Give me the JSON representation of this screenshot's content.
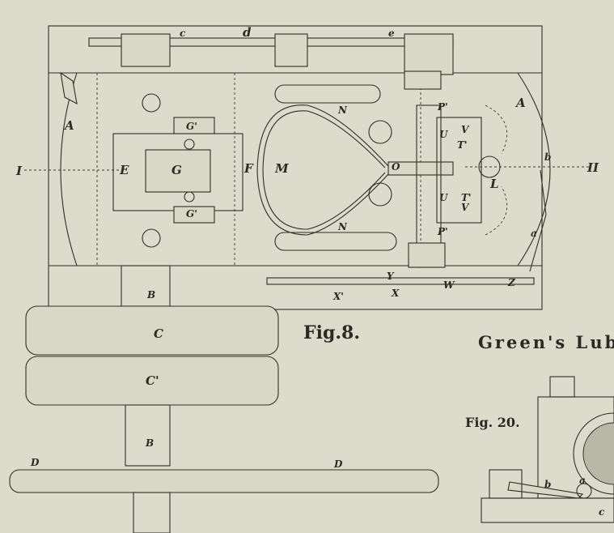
{
  "figure_8": {
    "caption": "Fig.8.",
    "labels": [
      "c",
      "d",
      "e",
      "A",
      "A",
      "I",
      "II",
      "E",
      "G",
      "G'",
      "G'",
      "F",
      "M",
      "N",
      "N",
      "O",
      "P'",
      "P'",
      "U",
      "U",
      "V",
      "V",
      "T'",
      "T'",
      "L",
      "b",
      "a",
      "Z",
      "W",
      "X",
      "X'",
      "Y",
      "B",
      "B",
      "C",
      "C'",
      "D",
      "D"
    ]
  },
  "title_fragment": "Green's Lub",
  "figure_20": {
    "caption": "Fig. 20.",
    "labels": [
      "b",
      "a",
      "c"
    ]
  }
}
